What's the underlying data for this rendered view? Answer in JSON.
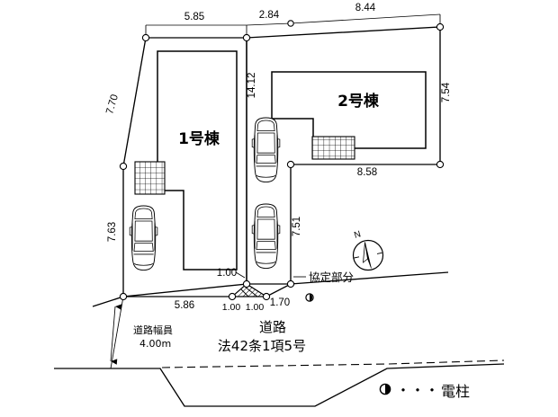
{
  "drawing": {
    "kind": "real-estate-site-plan",
    "title": "",
    "buildings": [
      {
        "id": "bldg1",
        "label": "1号棟"
      },
      {
        "id": "bldg2",
        "label": "2号棟"
      }
    ],
    "dimensions": {
      "top_lot1": "5.85",
      "top_mid": "2.84",
      "top_lot2": "8.44",
      "left_upper": "7.70",
      "left_lower": "7.63",
      "center_vertical": "14.12",
      "right_vertical": "7.54",
      "lot2_bottom": "8.58",
      "lot2_left_lower": "7.51",
      "bottom_lot1": "5.86",
      "corner_cut_vertical": "1.00",
      "corner_cut_a": "1.00",
      "corner_cut_b": "1.00",
      "bottom_right": "1.70"
    },
    "annotations": {
      "agreement_portion": "協定部分",
      "road_width_label": "道路幅員",
      "road_width_value": "4.00m",
      "road_label": "道路",
      "road_article": "法42条1項5号"
    },
    "compass": {
      "north_label": "N",
      "icon": "compass-rose-icon"
    },
    "legend": {
      "symbol_icon": "half-filled-circle-icon",
      "dots": "・・・",
      "label": "電柱"
    },
    "colors": {
      "ink": "#000000",
      "paper": "#ffffff"
    },
    "icons": {
      "car": "car-top-view-icon",
      "porch": "tiled-porch-hatch-icon",
      "boundary_node": "boundary-point-icon",
      "utility_pole": "utility-pole-icon"
    }
  }
}
